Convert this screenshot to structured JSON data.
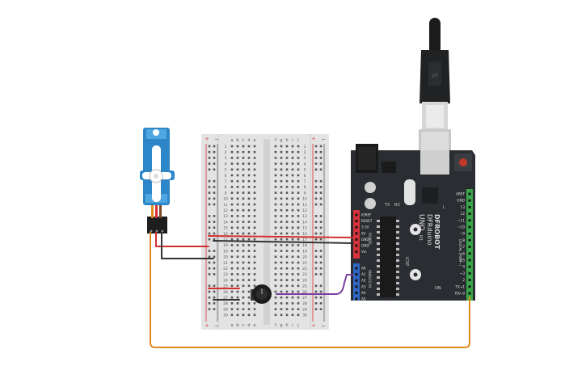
{
  "breadboard": {
    "columns_left": [
      "a",
      "b",
      "c",
      "d",
      "e"
    ],
    "columns_right": [
      "f",
      "g",
      "h",
      "i",
      "j"
    ],
    "rows": [
      "1",
      "2",
      "3",
      "4",
      "5",
      "6",
      "7",
      "8",
      "9",
      "10",
      "11",
      "12",
      "13",
      "14",
      "15",
      "16",
      "17",
      "18",
      "19",
      "20",
      "21",
      "22",
      "23",
      "24",
      "25",
      "26",
      "27",
      "28",
      "29",
      "30"
    ],
    "rail_plus": "+",
    "rail_minus": "−"
  },
  "board": {
    "brand": "DFROBOT",
    "brand_sub": "DFRduino",
    "model": "UNO",
    "model_sub": "R3",
    "power_header": [
      "IOREF",
      "RESET",
      "3.3V",
      "5V",
      "GND",
      "GND",
      "Vin"
    ],
    "power_label": "POWER",
    "analog_header": [
      "A0",
      "A1",
      "A2",
      "A3",
      "A4",
      "A5"
    ],
    "analog_label": "ANALOG IN",
    "digital_header": [
      "AREF",
      "GND",
      "13",
      "12",
      "~11",
      "~10",
      "~9",
      "8",
      "7",
      "~6",
      "~5",
      "4",
      "~3",
      "2",
      "TX→1",
      "RX←0"
    ],
    "digital_label": "DIGITAL (PWM~)",
    "led_labels": [
      "TX",
      "RX",
      "L",
      "ON"
    ],
    "icsp": "ICSP"
  },
  "colors": {
    "wire_red": "#d32f2f",
    "wire_black": "#333333",
    "wire_purple": "#7b3fa0",
    "wire_orange": "#e08a1e",
    "servo_blue": "#2c86c8",
    "board_dark": "#2a2d31",
    "header_green": "#3aa84a",
    "header_red": "#d8333a",
    "header_blue": "#3166c4"
  }
}
